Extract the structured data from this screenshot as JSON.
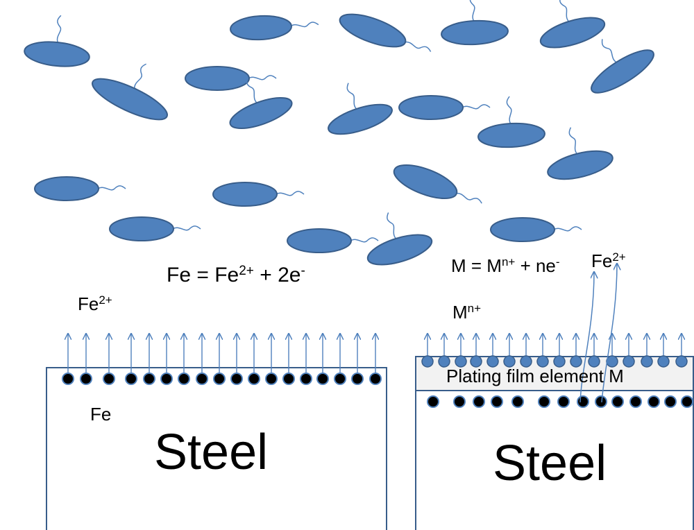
{
  "colors": {
    "bacterium_fill": "#4F81BD",
    "bacterium_stroke": "#385D8A",
    "arrow": "#4F81BD",
    "iron_atom": "#000000",
    "film_atom": "#4F81BD",
    "film_fill": "#F2F2F2",
    "steel_border": "#385D8A"
  },
  "left_panel": {
    "equation": {
      "base": "Fe = Fe",
      "sup1": "2+",
      "mid": " + 2e",
      "sup2": "-"
    },
    "ion_label": {
      "base": "Fe",
      "sup": "2+"
    },
    "metal_label": "Fe",
    "steel_label": "Steel"
  },
  "right_panel": {
    "equation": {
      "base": "M = M",
      "sup1": "n+",
      "mid": " + ne",
      "sup2": "-"
    },
    "ion_label": {
      "base": "M",
      "sup": "n+"
    },
    "fe_ion_label": {
      "base": "Fe",
      "sup": "2+"
    },
    "film_label": "Plating film element M",
    "steel_label": "Steel"
  },
  "icons": {
    "bacteria": "rod-shaped-bacterium-icon",
    "atom": "atom-icon",
    "arrow": "up-arrow-icon"
  }
}
